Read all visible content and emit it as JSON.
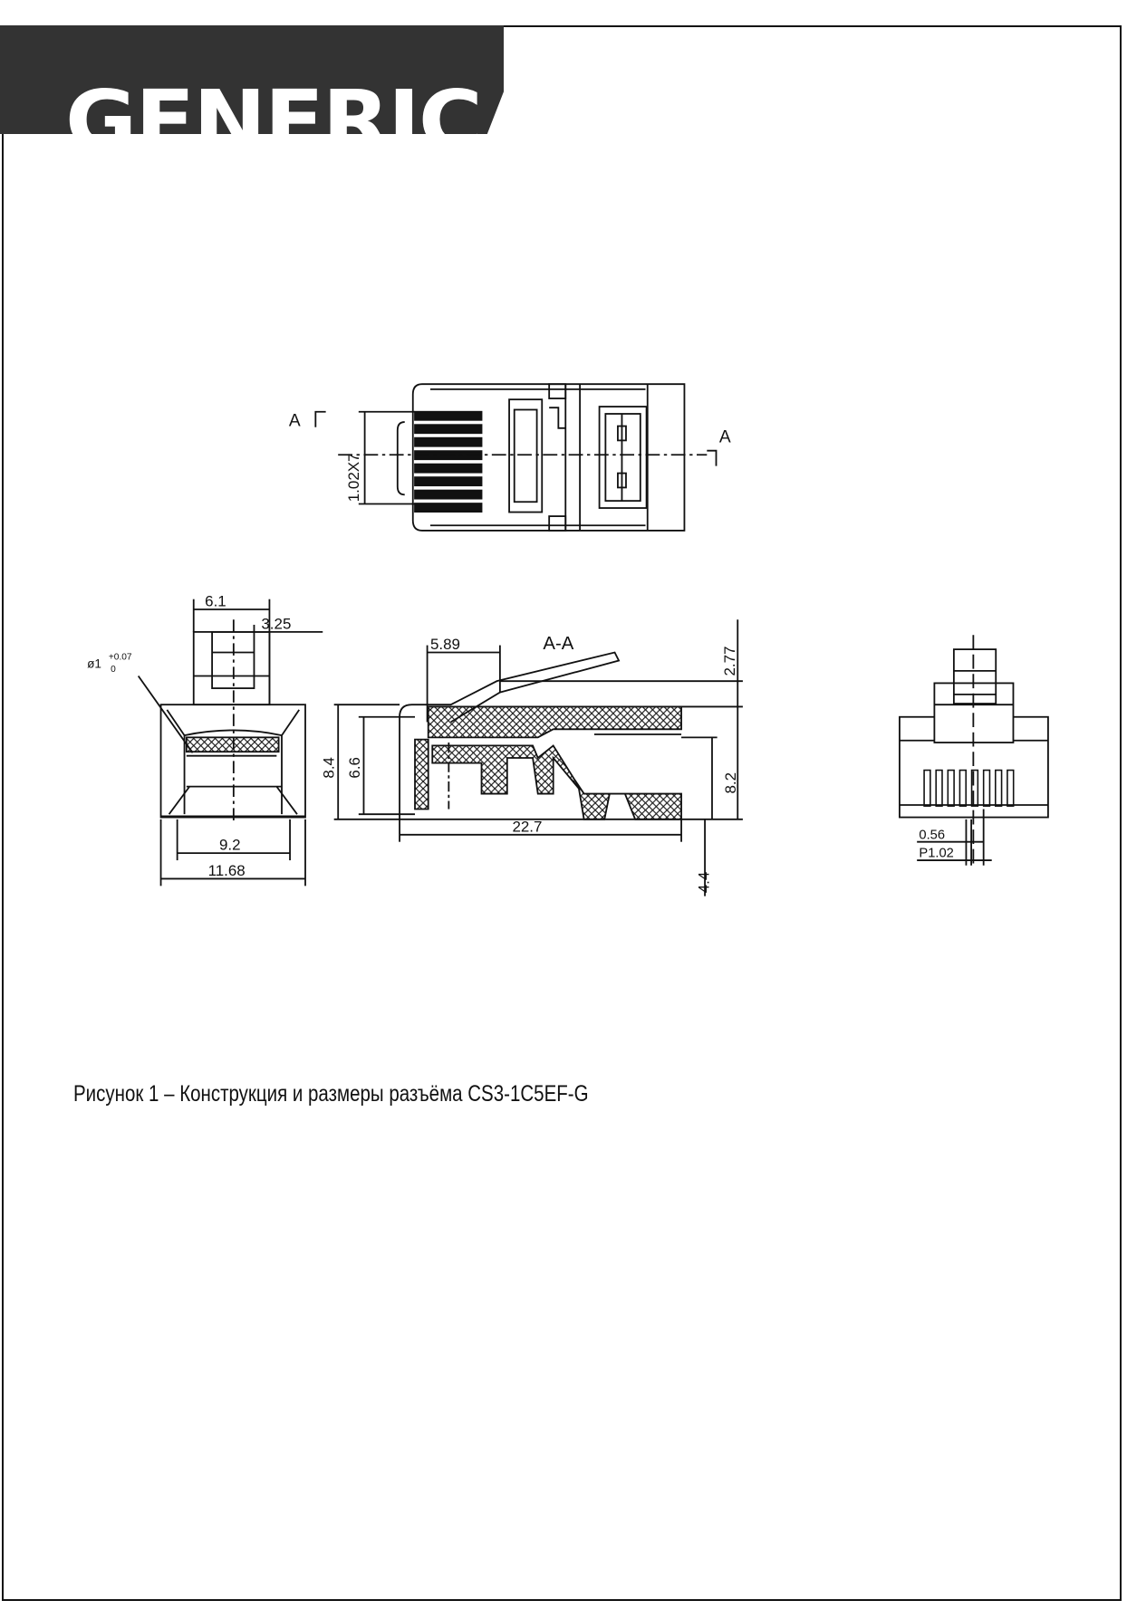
{
  "header": {
    "logo": "GENERICA"
  },
  "drawing": {
    "section_marker_left": "A",
    "section_marker_right": "A",
    "section_title": "A-A",
    "dims": {
      "pitch_x7": "1.02X7",
      "width_6_1": "6.1",
      "width_3_25": "3.25",
      "diameter": "ø1",
      "diameter_tol_upper": "+0.07",
      "diameter_tol_lower": "0",
      "width_9_2": "9.2",
      "width_11_68": "11.68",
      "len_5_89": "5.89",
      "h_2_77": "2.77",
      "h_8_4": "8.4",
      "h_6_6": "6.6",
      "h_8_2": "8.2",
      "len_22_7": "22.7",
      "h_4_4": "4.4",
      "pin_0_56": "0.56",
      "pitch_p1_02": "P1.02"
    }
  },
  "caption": "Рисунок 1 – Конструкция и размеры разъёма CS3-1C5EF-G"
}
